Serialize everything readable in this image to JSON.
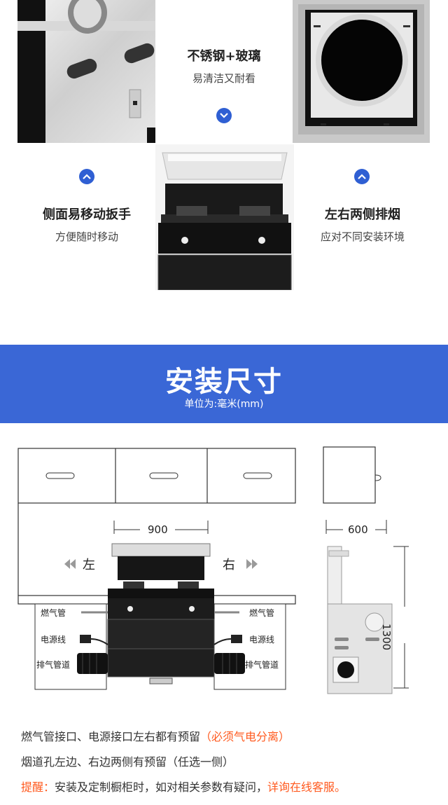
{
  "features": {
    "top": {
      "title": "不锈钢+玻璃",
      "subtitle": "易清洁又耐看"
    },
    "left": {
      "title": "侧面易移动扳手",
      "subtitle": "方便随时移动"
    },
    "right": {
      "title": "左右两侧排烟",
      "subtitle": "应对不同安装环境"
    }
  },
  "banner": {
    "title": "安装尺寸",
    "subtitle": "单位为:毫米(mm)"
  },
  "diagram": {
    "width_label": "900",
    "depth_label": "600",
    "height_label": "1300",
    "left_label": "左",
    "right_label": "右",
    "left_side": [
      "燃气管",
      "电源线",
      "排气管道"
    ],
    "right_side": [
      "燃气管",
      "电源线",
      "排气管道"
    ]
  },
  "notes": {
    "line1_main": "燃气管接口、电源接口左右都有预留",
    "line1_highlight": "（必须气电分离）",
    "line2": "烟道孔左边、右边两侧有预留（任选一侧）",
    "line3_prefix": "提醒：",
    "line3_main": "安装及定制橱柜时，如对相关参数有疑问，",
    "line3_highlight": "详询在线客服。"
  },
  "colors": {
    "accent": "#3a67d6",
    "highlight": "#ff5a1f"
  },
  "icons": {
    "chevron_down": "chevron-down-icon",
    "chevron_up": "chevron-up-icon"
  }
}
